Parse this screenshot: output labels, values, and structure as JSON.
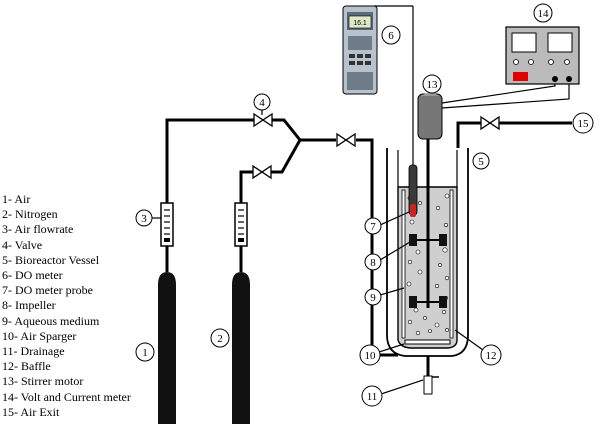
{
  "legend": [
    {
      "id": "1",
      "label": "1- Air"
    },
    {
      "id": "2",
      "label": "2- Nitrogen"
    },
    {
      "id": "3",
      "label": "3- Air flowrate"
    },
    {
      "id": "4",
      "label": "4- Valve"
    },
    {
      "id": "5",
      "label": "5- Bioreactor Vessel"
    },
    {
      "id": "6",
      "label": "6- DO meter"
    },
    {
      "id": "7",
      "label": "7- DO meter probe"
    },
    {
      "id": "8",
      "label": "8- Impeller"
    },
    {
      "id": "9",
      "label": "9- Aqueous medium"
    },
    {
      "id": "10",
      "label": "10- Air Sparger"
    },
    {
      "id": "11",
      "label": "11- Drainage"
    },
    {
      "id": "12",
      "label": "12- Baffle"
    },
    {
      "id": "13",
      "label": "13- Stirrer motor"
    },
    {
      "id": "14",
      "label": "14- Volt and Current meter"
    },
    {
      "id": "15",
      "label": "15- Air Exit"
    }
  ],
  "callouts": [
    "1",
    "2",
    "3",
    "4",
    "5",
    "6",
    "7",
    "8",
    "9",
    "10",
    "11",
    "12",
    "13",
    "14",
    "15"
  ],
  "do_meter_display": "16.1",
  "colors": {
    "cylinder": "#111111",
    "medium": "#cfcfcf",
    "motor": "#777777",
    "power_panel": "#bbbbbb",
    "power_button": "#e00000",
    "do_meter_body": "#b8c2cc",
    "do_meter_screen": "#dfe8c8",
    "probe_tip": "#cc2222"
  }
}
